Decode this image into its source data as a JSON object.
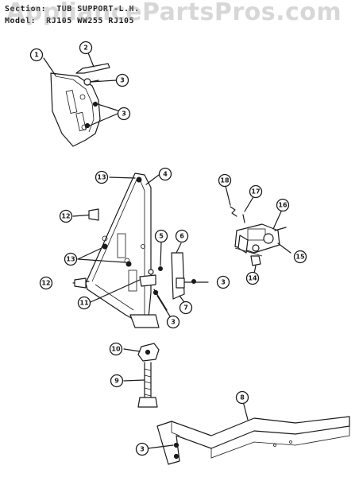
{
  "header": {
    "section_label": "Section:",
    "section_value": "TUB SUPPORT-L.H.",
    "model_label": "Model:",
    "model_value": "RJ105 WW255 RJ105"
  },
  "watermark": "AppliancePartsPros.com",
  "callouts": [
    "1",
    "2",
    "3",
    "3",
    "4",
    "13",
    "12",
    "13",
    "5",
    "6",
    "3",
    "12",
    "11",
    "7",
    "3",
    "18",
    "17",
    "16",
    "15",
    "14",
    "10",
    "9",
    "8",
    "3"
  ]
}
